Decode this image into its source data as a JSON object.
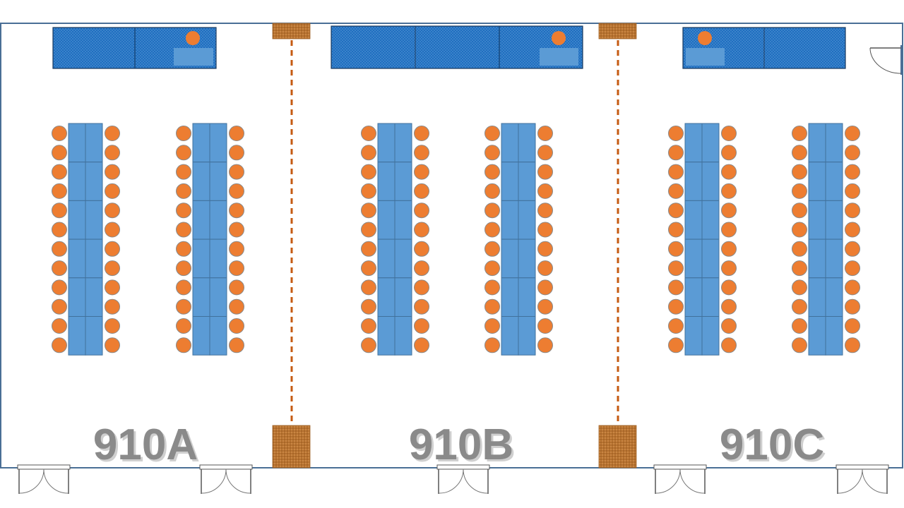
{
  "floorplan": {
    "rooms": [
      {
        "label": "910A"
      },
      {
        "label": "910B"
      },
      {
        "label": "910C"
      }
    ],
    "colors": {
      "wall": "#4a6f96",
      "stage": "#1f6fc0",
      "stage_border": "#1a3a5e",
      "table": "#5b9bd5",
      "table_border": "#41719c",
      "chair": "#ed7d31",
      "chair_border": "#8a8a8a",
      "pillar": "#c07a36",
      "divider": "#c55a11",
      "label": "#8a8a8a"
    },
    "icons": {
      "chair": "chair-icon",
      "door": "door-icon",
      "podium": "podium-icon"
    }
  }
}
